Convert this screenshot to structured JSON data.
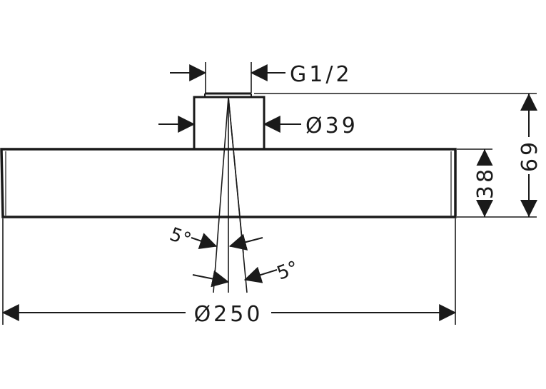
{
  "drawing": {
    "thread_label": "G1/2",
    "neck_diameter_label": "Ø39",
    "body_height_label": "38",
    "total_height_label": "69",
    "diameter_label": "Ø250",
    "angle_label_left": "5°",
    "angle_label_right": "5°",
    "line_color": "#1a1a1a"
  }
}
